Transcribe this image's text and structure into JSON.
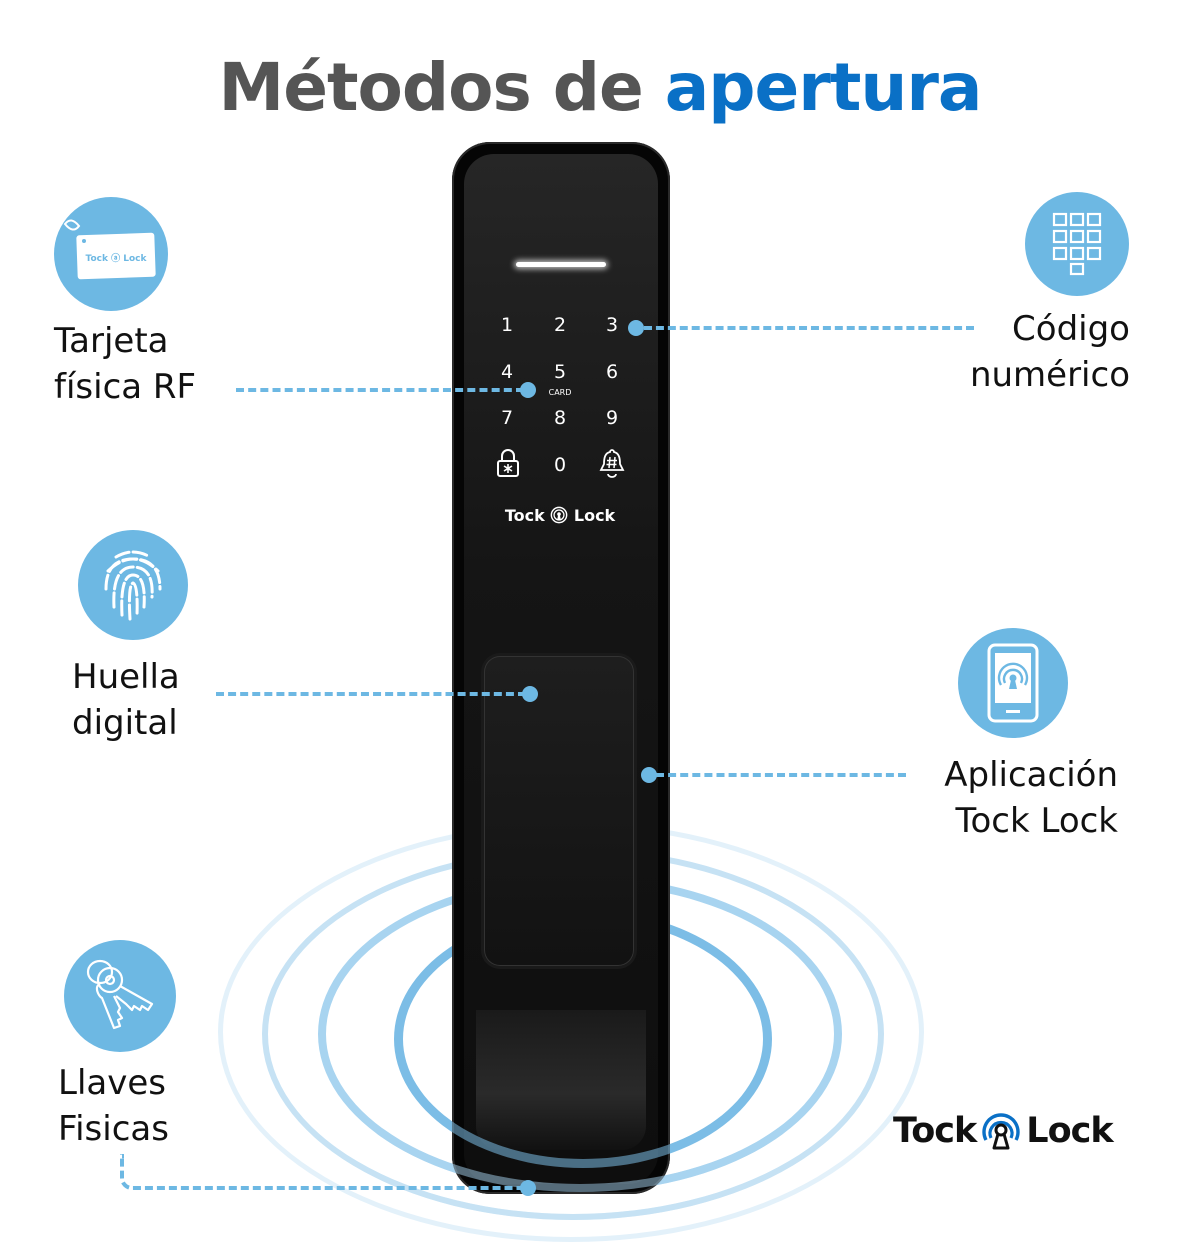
{
  "title": {
    "part1": "Métodos de",
    "part2": "apertura"
  },
  "colors": {
    "accent_blue": "#0a70c6",
    "icon_blue": "#6db8e3",
    "title_gray": "#555555",
    "lock_black": "#0e0e0e"
  },
  "methods": [
    {
      "id": "rf-card",
      "line1": "Tarjeta",
      "line2": "física RF",
      "icon": "rf-card-icon",
      "card_brand": "Tock Lock"
    },
    {
      "id": "numeric-code",
      "line1": "Código",
      "line2": "numérico",
      "icon": "keypad-icon"
    },
    {
      "id": "fingerprint",
      "line1": "Huella",
      "line2": "digital",
      "icon": "fingerprint-icon"
    },
    {
      "id": "app",
      "line1": "Aplicación",
      "line2": "Tock Lock",
      "icon": "smartphone-app-icon"
    },
    {
      "id": "keys",
      "line1": "Llaves",
      "line2": "Fisicas",
      "icon": "keys-icon"
    }
  ],
  "lock": {
    "keypad": [
      "1",
      "2",
      "3",
      "4",
      "5",
      "6",
      "7",
      "8",
      "9",
      "*",
      "0",
      "#"
    ],
    "card_label": "CARD",
    "brand_left": "Tock",
    "brand_right": "Lock"
  },
  "brand": {
    "left": "Tock",
    "right": "Lock"
  }
}
